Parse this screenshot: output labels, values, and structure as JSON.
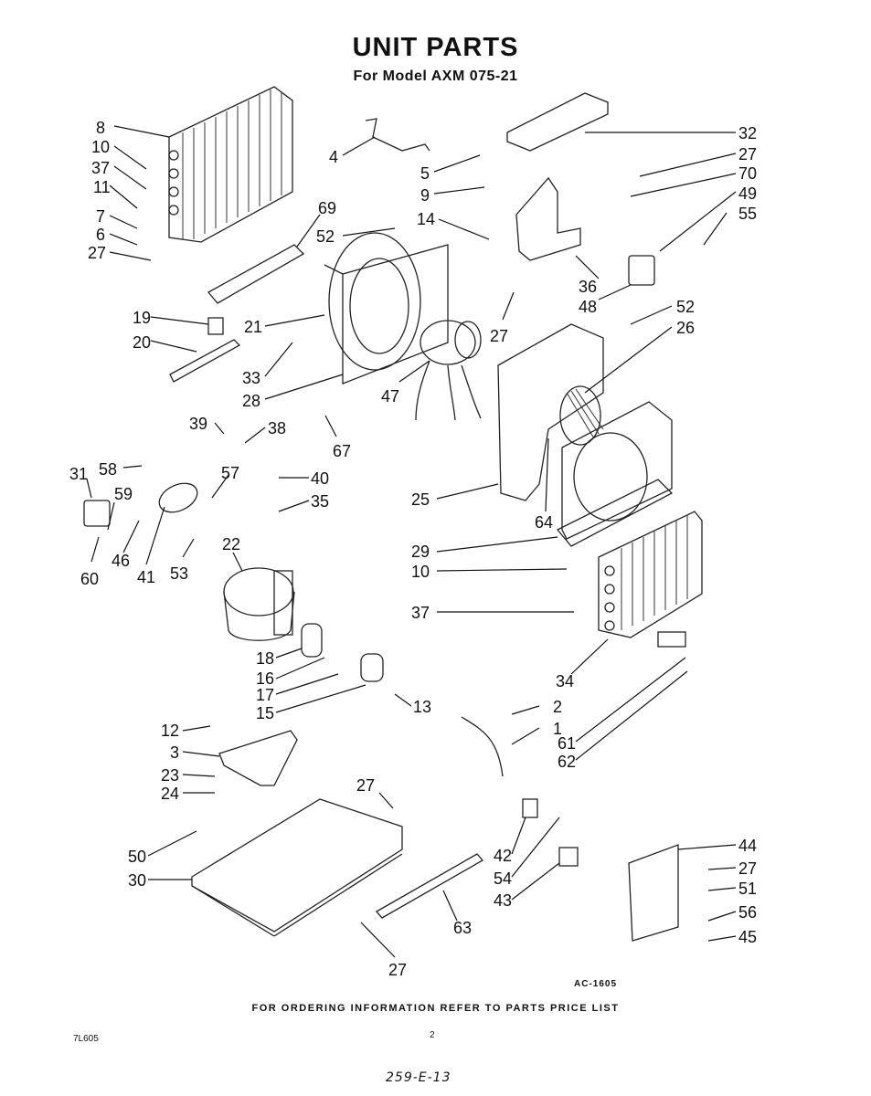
{
  "header": {
    "title": "UNIT PARTS",
    "subtitle": "For Model AXM 075-21"
  },
  "diagram_code": "AC-1605",
  "ordering_note": "FOR ORDERING INFORMATION REFER TO PARTS PRICE LIST",
  "page_number": "2",
  "document_code": "7L605",
  "handwritten_note": "259-E-13",
  "callouts": [
    "8",
    "10",
    "37",
    "11",
    "7",
    "6",
    "27",
    "4",
    "69",
    "52",
    "5",
    "9",
    "14",
    "32",
    "27",
    "70",
    "49",
    "55",
    "36",
    "48",
    "27",
    "19",
    "20",
    "21",
    "33",
    "28",
    "47",
    "52",
    "26",
    "39",
    "38",
    "67",
    "31",
    "58",
    "57",
    "40",
    "59",
    "35",
    "60",
    "46",
    "41",
    "53",
    "22",
    "25",
    "64",
    "29",
    "10",
    "37",
    "34",
    "18",
    "16",
    "17",
    "15",
    "13",
    "12",
    "3",
    "23",
    "24",
    "2",
    "1",
    "61",
    "62",
    "27",
    "50",
    "30",
    "42",
    "54",
    "43",
    "27",
    "63",
    "44",
    "27",
    "51",
    "56",
    "45"
  ]
}
